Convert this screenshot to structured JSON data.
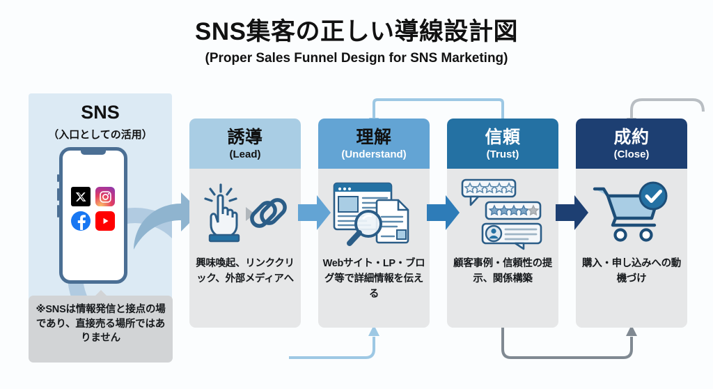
{
  "page": {
    "background_color": "#fbfdfe",
    "title": "SNS集客の正しい導線設計図",
    "subtitle": "(Proper Sales Funnel Design for SNS Marketing)"
  },
  "sns_panel": {
    "title": "SNS",
    "subtitle": "（入口としての活用）",
    "background_color": "#dceaf4",
    "apps": [
      {
        "name": "x-twitter-icon",
        "label": "X",
        "color": "#000000"
      },
      {
        "name": "instagram-icon",
        "label": "Instagram",
        "color": "#e4405f"
      },
      {
        "name": "facebook-icon",
        "label": "Facebook",
        "color": "#1877f2"
      },
      {
        "name": "youtube-icon",
        "label": "YouTube",
        "color": "#ff0000"
      }
    ],
    "note": "※SNSは情報発信と接点の場であり、直接売る場所ではありません",
    "note_background_color": "#d2d4d6"
  },
  "funnel": {
    "steps": [
      {
        "jp": "誘導",
        "en": "(Lead)",
        "body": "興味喚起、リンククリック、外部メディアへ",
        "header_color": "#a9cde4",
        "header_text_color": "#111111",
        "icon": "tap-hand-and-link-icon"
      },
      {
        "jp": "理解",
        "en": "(Understand)",
        "body": "Webサイト・LP・ブログ等で詳細情報を伝える",
        "header_color": "#63a4d4",
        "header_text_color": "#111111",
        "icon": "browser-document-magnifier-icon"
      },
      {
        "jp": "信頼",
        "en": "(Trust)",
        "body": "顧客事例・信頼性の提示、関係構築",
        "header_color": "#2471a3",
        "header_text_color": "#ffffff",
        "icon": "review-speech-bubbles-icon"
      },
      {
        "jp": "成約",
        "en": "(Close)",
        "body": "購入・申し込みへの動機づけ",
        "header_color": "#1d3f72",
        "header_text_color": "#ffffff",
        "icon": "shopping-cart-check-icon"
      }
    ],
    "card_background_color": "#e6e7e8",
    "connector_colors": [
      "#63a4d4",
      "#2e7cb8",
      "#1d3f72"
    ],
    "entry_arrow_color": "#8fb4cf",
    "feedback_loop_colors": [
      "#9dc8e4",
      "#9aa0a6"
    ]
  }
}
